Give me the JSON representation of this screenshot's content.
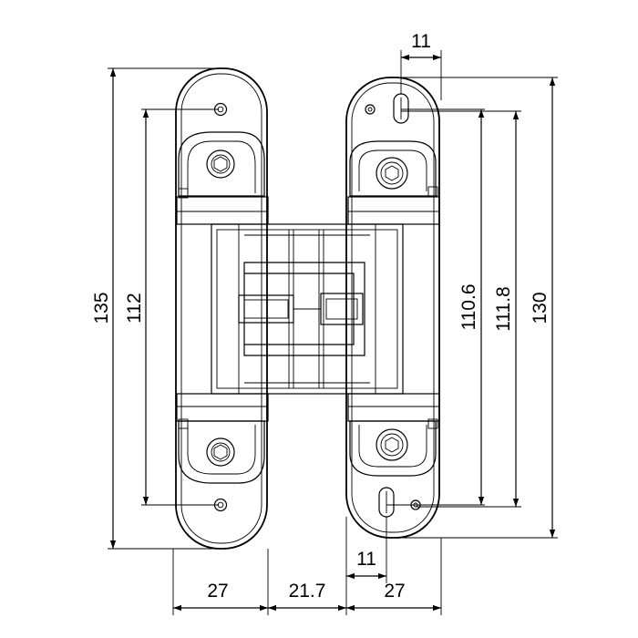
{
  "dimensions": {
    "top_width": "11",
    "bottom_width": "11",
    "left_leaf_width": "27",
    "body_width": "21.7",
    "right_leaf_width": "27",
    "left_overall_height": "135",
    "left_hole_spacing": "112",
    "right_slot_spacing": "110.6",
    "right_mid_height": "111.8",
    "right_overall_height": "130"
  }
}
